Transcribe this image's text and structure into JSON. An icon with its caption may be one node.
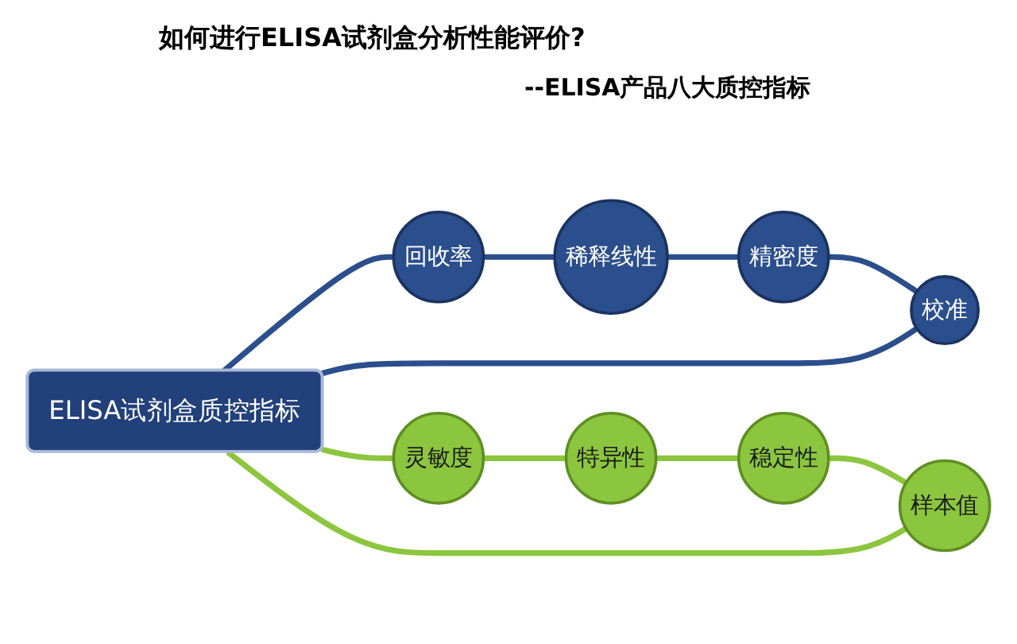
{
  "diagram": {
    "title": "如何进行ELISA试剂盒分析性能评价?",
    "nodes": [
      {
        "text": [
          "ELISA试剂盒质控指标"
        ]
      },
      {
        "text": [
          "回收率"
        ]
      },
      {
        "text": [
          "稀释线性"
        ]
      },
      {
        "text": [
          "精密度"
        ]
      },
      {
        "text": [
          "校准"
        ]
      },
      {
        "text": [
          "灵敏度"
        ]
      },
      {
        "text": [
          "特异性"
        ]
      },
      {
        "text": [
          "稳定性"
        ]
      },
      {
        "text": [
          "样本值"
        ]
      }
    ],
    "edges": [
      {
        "from": 0,
        "to": 1,
        "arrow": "none"
      },
      {
        "from": 1,
        "to": 2,
        "arrow": "none"
      },
      {
        "from": 2,
        "to": 3,
        "arrow": "none"
      },
      {
        "from": 3,
        "to": 4,
        "arrow": "none"
      },
      {
        "from": 4,
        "to": 0,
        "arrow": "none"
      },
      {
        "from": 0,
        "to": 5,
        "arrow": "none",
        "color": "#8cc63f"
      },
      {
        "from": 5,
        "to": 6,
        "arrow": "none",
        "color": "#8cc63f"
      },
      {
        "from": 6,
        "to": 7,
        "arrow": "none",
        "color": "#8cc63f"
      },
      {
        "from": 7,
        "to": 8,
        "arrow": "none",
        "color": "#8cc63f"
      },
      {
        "from": 8,
        "to": 0,
        "arrow": "none",
        "color": "#8cc63f"
      }
    ],
    "labels": [
      "--ELISA产品八大质控指标"
    ]
  }
}
